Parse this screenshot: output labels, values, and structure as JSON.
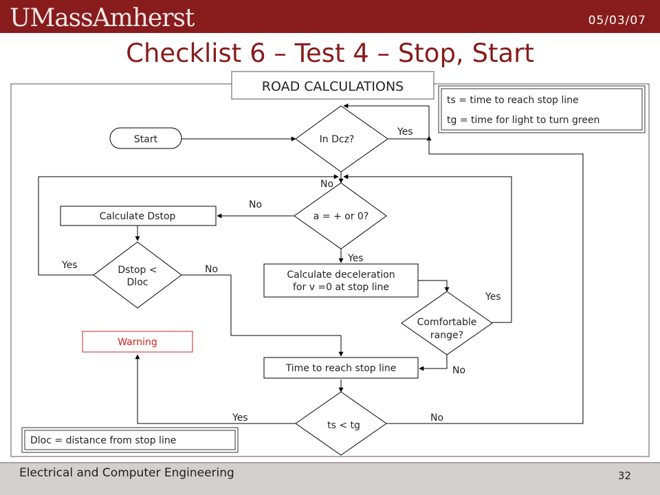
{
  "header": {
    "logo_text": "UMassAmherst",
    "date": "05/03/07"
  },
  "slide": {
    "title": "Checklist 6 – Test 4 – Stop, Start"
  },
  "flowchart": {
    "frame_title": "ROAD CALCULATIONS",
    "legend_top": [
      "ts = time to reach stop line",
      "tg = time for light to turn green"
    ],
    "legend_bottom": "Dloc = distance from stop line",
    "nodes": {
      "start": "Start",
      "in_dcz": "In Dcz?",
      "accel_check": "a = + or 0?",
      "calc_dstop": "Calculate Dstop",
      "dstop_check_line1": "Dstop <",
      "dstop_check_line2": "Dloc",
      "calc_decel_line1": "Calculate deceleration",
      "calc_decel_line2": "for v =0 at stop line",
      "comfortable_line1": "Comfortable",
      "comfortable_line2": "range?",
      "warning": "Warning",
      "time_to_stop": "Time to reach stop line",
      "ts_tg": "ts < tg"
    },
    "edge_labels": {
      "in_dcz_yes": "Yes",
      "in_dcz_no": "No",
      "accel_no": "No",
      "accel_yes": "Yes",
      "dstop_yes": "Yes",
      "dstop_no": "No",
      "comfortable_yes": "Yes",
      "comfortable_no": "No",
      "ts_yes": "Yes",
      "ts_no": "No"
    },
    "colors": {
      "warning": "#cc2222",
      "brand": "#881c1c"
    }
  },
  "footer": {
    "department": "Electrical and Computer Engineering",
    "page_number": "32"
  }
}
